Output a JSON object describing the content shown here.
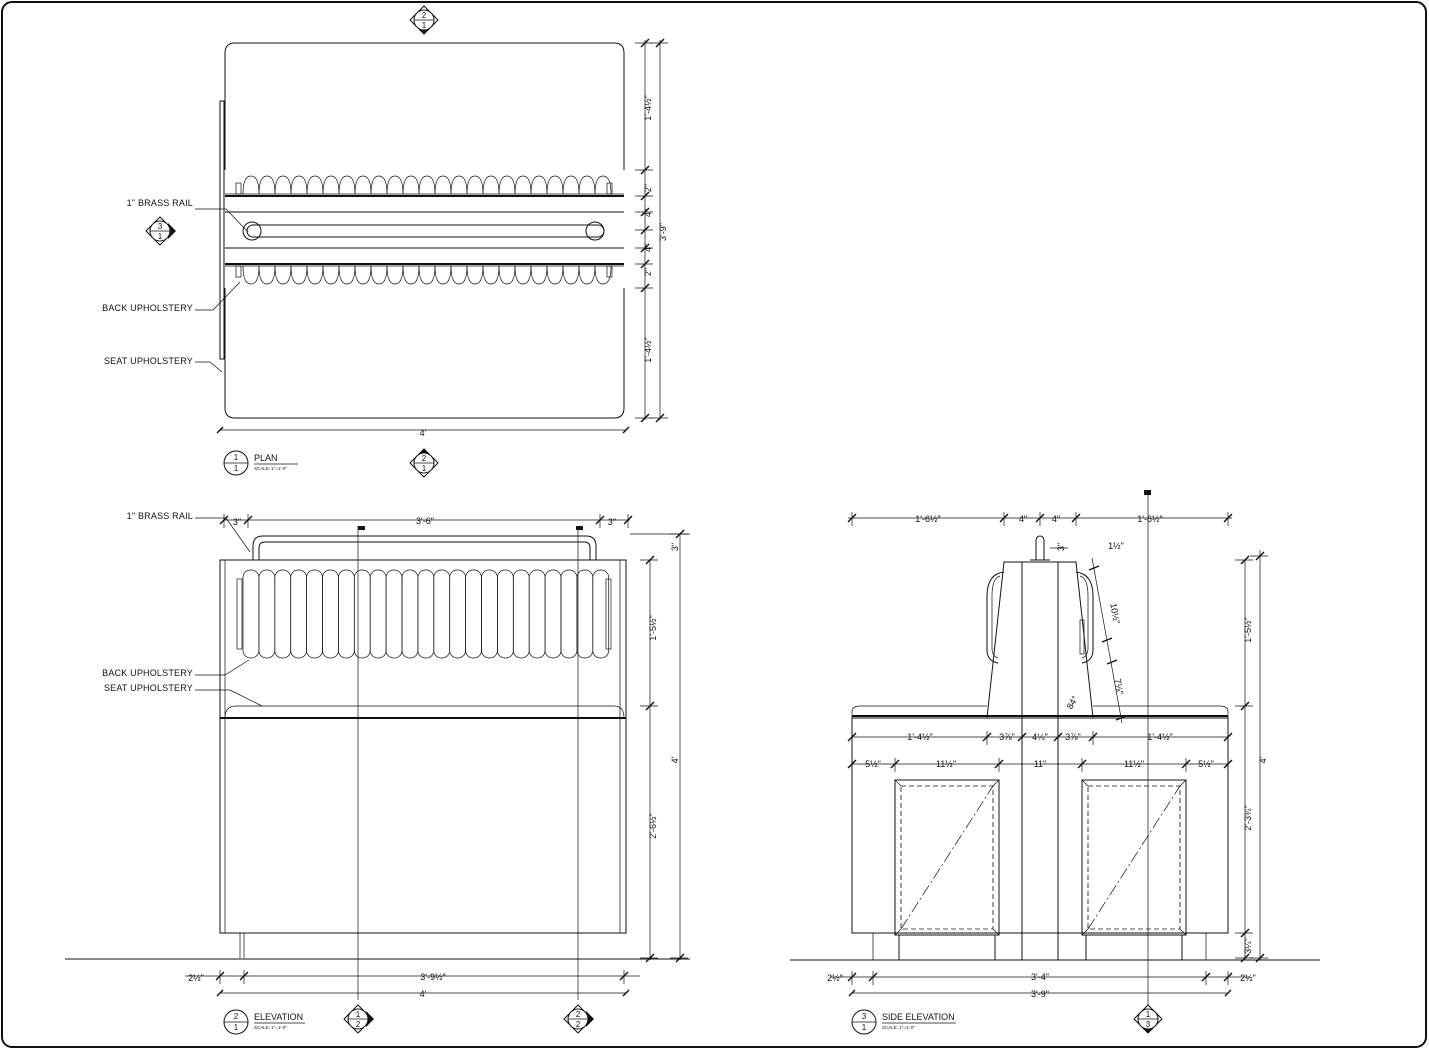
{
  "plan": {
    "title": "PLAN",
    "scale": "SCALE: 1\"=1'-0\"",
    "tag": {
      "num": "1",
      "sheet": "1"
    },
    "section_tags": [
      {
        "num": "2",
        "sheet": "1"
      },
      {
        "num": "2",
        "sheet": "1"
      },
      {
        "num": "3",
        "sheet": "1"
      }
    ],
    "labels": {
      "rail": "1\" BRASS RAIL",
      "back": "BACK UPHOLSTERY",
      "seat": "SEAT UPHOLSTERY"
    },
    "dims": {
      "seat_depth_top": "1'-4½\"",
      "back_top": "2\"",
      "rail_top": "4\"",
      "rail_bot": "4\"",
      "back_bot": "2\"",
      "seat_depth_bot": "1'-4½\"",
      "overall_depth": "3'-9\"",
      "width": "4'"
    }
  },
  "elevation": {
    "title": "ELEVATION",
    "scale": "SCALE: 1\"=1'-0\"",
    "tag": {
      "num": "2",
      "sheet": "1"
    },
    "section_tags": [
      {
        "num": "1",
        "sheet": "2"
      },
      {
        "num": "2",
        "sheet": "2"
      }
    ],
    "labels": {
      "rail": "1\" BRASS RAIL",
      "back": "BACK UPHOLSTERY",
      "seat": "SEAT UPHOLSTERY"
    },
    "dims": {
      "rail_left": "3\"",
      "rail_span": "3'-6\"",
      "rail_right": "3\"",
      "rail_height": "3\"",
      "back_height": "1'-5½\"",
      "base_height": "2'-6½\"",
      "overall_height": "4'",
      "toe": "2½\"",
      "base_width": "3'-9½\"",
      "width": "4'"
    }
  },
  "side_elevation": {
    "title": "SIDE ELEVATION",
    "scale": "SCALE: 1\"=1'-0\"",
    "tag": {
      "num": "3",
      "sheet": "1"
    },
    "section_tag": {
      "num": "1",
      "sheet": "3"
    },
    "dims": {
      "top_left": "1'-6½\"",
      "top_c1": "4\"",
      "top_c2": "4\"",
      "top_right": "1'-6½\"",
      "rail": "3\"",
      "back_top": "1½\"",
      "back_slope": "10½\"",
      "back_low": "7⅛\"",
      "back_angle": "84°",
      "seat_left": "1'-4½\"",
      "seat_c1": "3⅞\"",
      "seat_c2": "4¼\"",
      "seat_c3": "3⅞\"",
      "seat_right": "1'-4½\"",
      "panel_l_edge": "5½\"",
      "panel_l": "11½\"",
      "panel_c": "11\"",
      "panel_r": "11½\"",
      "panel_r_edge": "5½\"",
      "back_height": "1'-5½\"",
      "base_height": "2'-3¾\"",
      "toe_height": "3¼\"",
      "overall_height": "4'",
      "toe_l": "2½\"",
      "base_width": "3'-4\"",
      "toe_r": "2½\"",
      "overall_width": "3'-9\""
    }
  }
}
